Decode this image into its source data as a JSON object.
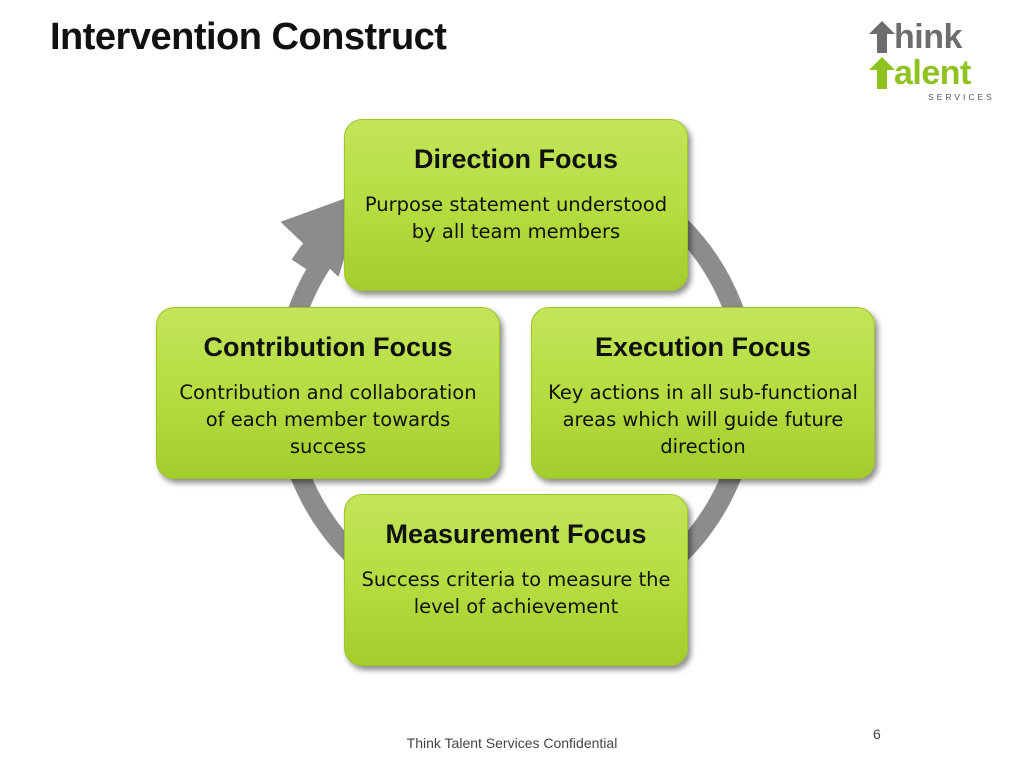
{
  "slide": {
    "title": "Intervention Construct",
    "footer": "Think Talent Services Confidential",
    "page_number": "6"
  },
  "logo": {
    "line1": "hink",
    "line2": "alent",
    "subtitle": "SERVICES",
    "colors": {
      "dark": "#6d6d6d",
      "green": "#8ec21f"
    }
  },
  "cycle": {
    "arrow_color": "#8c8c8c",
    "box_color": "#b4dc3f",
    "boxes": {
      "direction": {
        "title": "Direction Focus",
        "desc": "Purpose statement understood by all team members"
      },
      "execution": {
        "title": "Execution Focus",
        "desc": "Key actions in all sub-functional areas which will guide future direction"
      },
      "measurement": {
        "title": "Measurement Focus",
        "desc": "Success criteria to measure the level of achievement"
      },
      "contribution": {
        "title": "Contribution Focus",
        "desc": "Contribution and collaboration of each member towards success"
      }
    }
  }
}
